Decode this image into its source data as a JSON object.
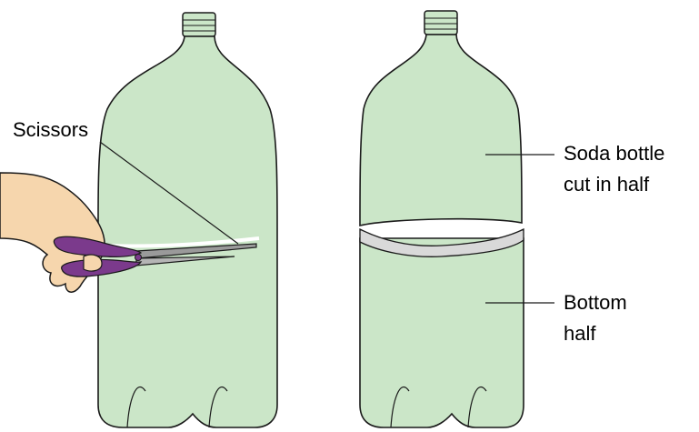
{
  "labels": {
    "scissors": "Scissors",
    "top_line1": "Soda bottle",
    "top_line2": "cut in half",
    "bottom_line1": "Bottom",
    "bottom_line2": "half"
  },
  "colors": {
    "bottle_fill": "#cbe6c8",
    "bottle_stroke": "#1a1a1a",
    "cap_fill": "#cbe6c8",
    "cut_ring": "#d9d9d9",
    "skin": "#f6d6ad",
    "scissors_handle": "#7b3a8c",
    "blade": "#9a9a9a"
  }
}
